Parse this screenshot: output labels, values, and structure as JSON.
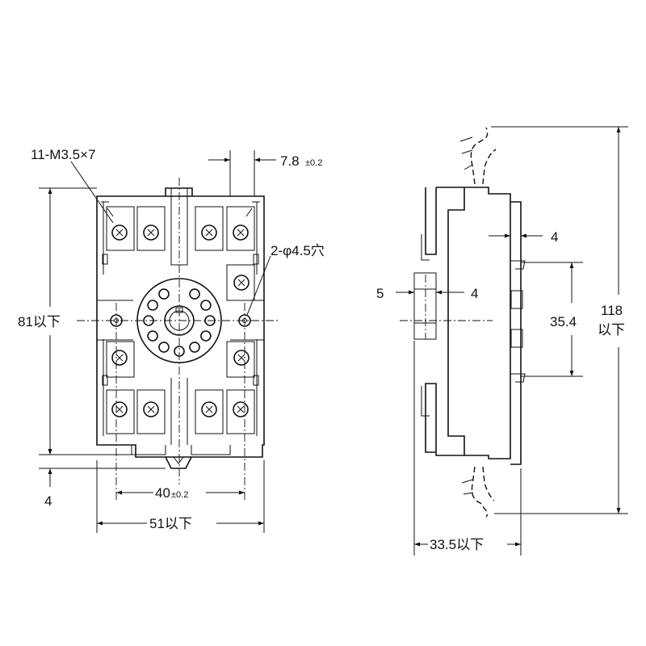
{
  "front_view": {
    "screw_label": "11-M3.5×7",
    "pitch_value": "7.8",
    "pitch_tolerance": "±0.2",
    "hole_label": "2-φ4.5穴",
    "height_label": "81以下",
    "offset_value": "4",
    "hole_spacing_value": "40",
    "hole_spacing_tolerance": "±0.2",
    "width_label": "51以下"
  },
  "side_view": {
    "top_gap_value": "4",
    "left_value": "5",
    "right_value": "4",
    "rail_spacing_value": "35.4",
    "total_height_value": "118",
    "total_height_suffix": "以下",
    "depth_label": "33.5以下"
  },
  "colors": {
    "line": "#111111",
    "background": "#ffffff"
  }
}
